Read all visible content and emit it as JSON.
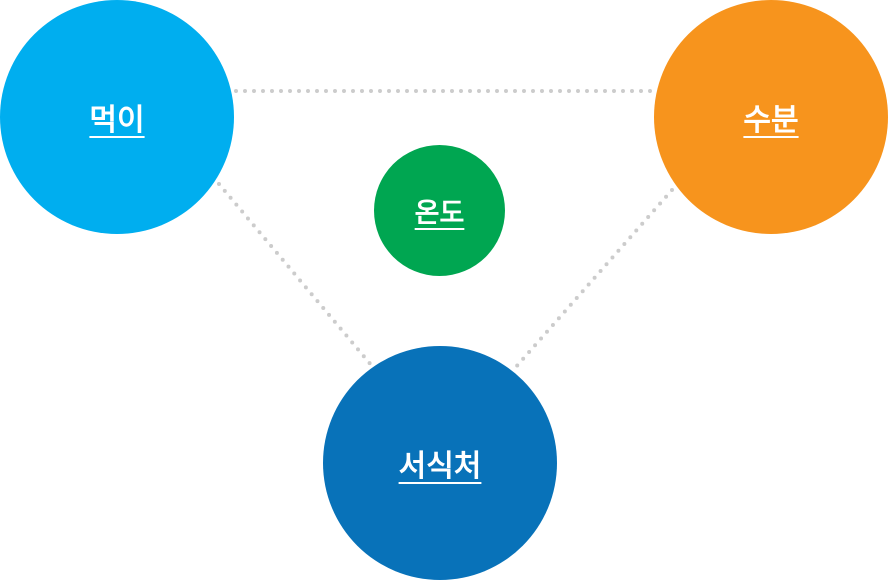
{
  "nodes": {
    "food": {
      "label": "먹이",
      "color": "#00aeef"
    },
    "water": {
      "label": "수분",
      "color": "#f7941d"
    },
    "temperature": {
      "label": "온도",
      "color": "#00a651"
    },
    "habitat": {
      "label": "서식처",
      "color": "#0872b9"
    }
  },
  "connector_color": "#cccccc"
}
